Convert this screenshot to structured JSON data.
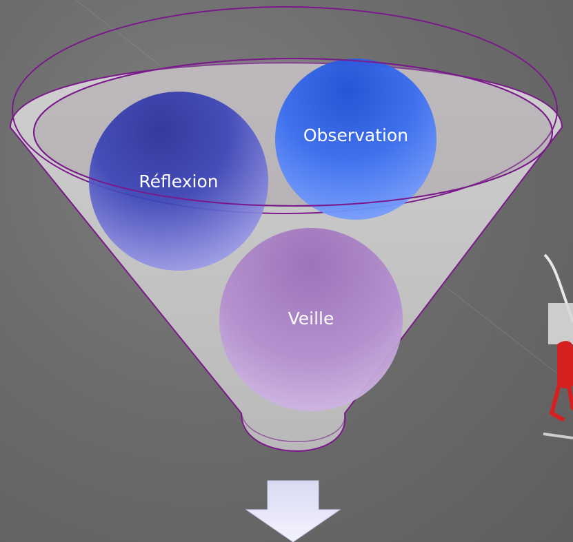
{
  "diagram": {
    "type": "funnel",
    "circles": [
      {
        "id": "reflexion",
        "label": "Réflexion",
        "color": "#2f3aa8"
      },
      {
        "id": "observation",
        "label": "Observation",
        "color": "#2f5fe0"
      },
      {
        "id": "veille",
        "label": "Veille",
        "color": "#a47cbf"
      }
    ],
    "arrow": {
      "direction": "down",
      "icon": "down-arrow-icon"
    },
    "funnel": {
      "outline_color": "#7a1a8a",
      "fill_color": "#bdbdbd"
    }
  },
  "illustration": {
    "icon": "running-figure-icon",
    "accent_color": "#d62020"
  }
}
